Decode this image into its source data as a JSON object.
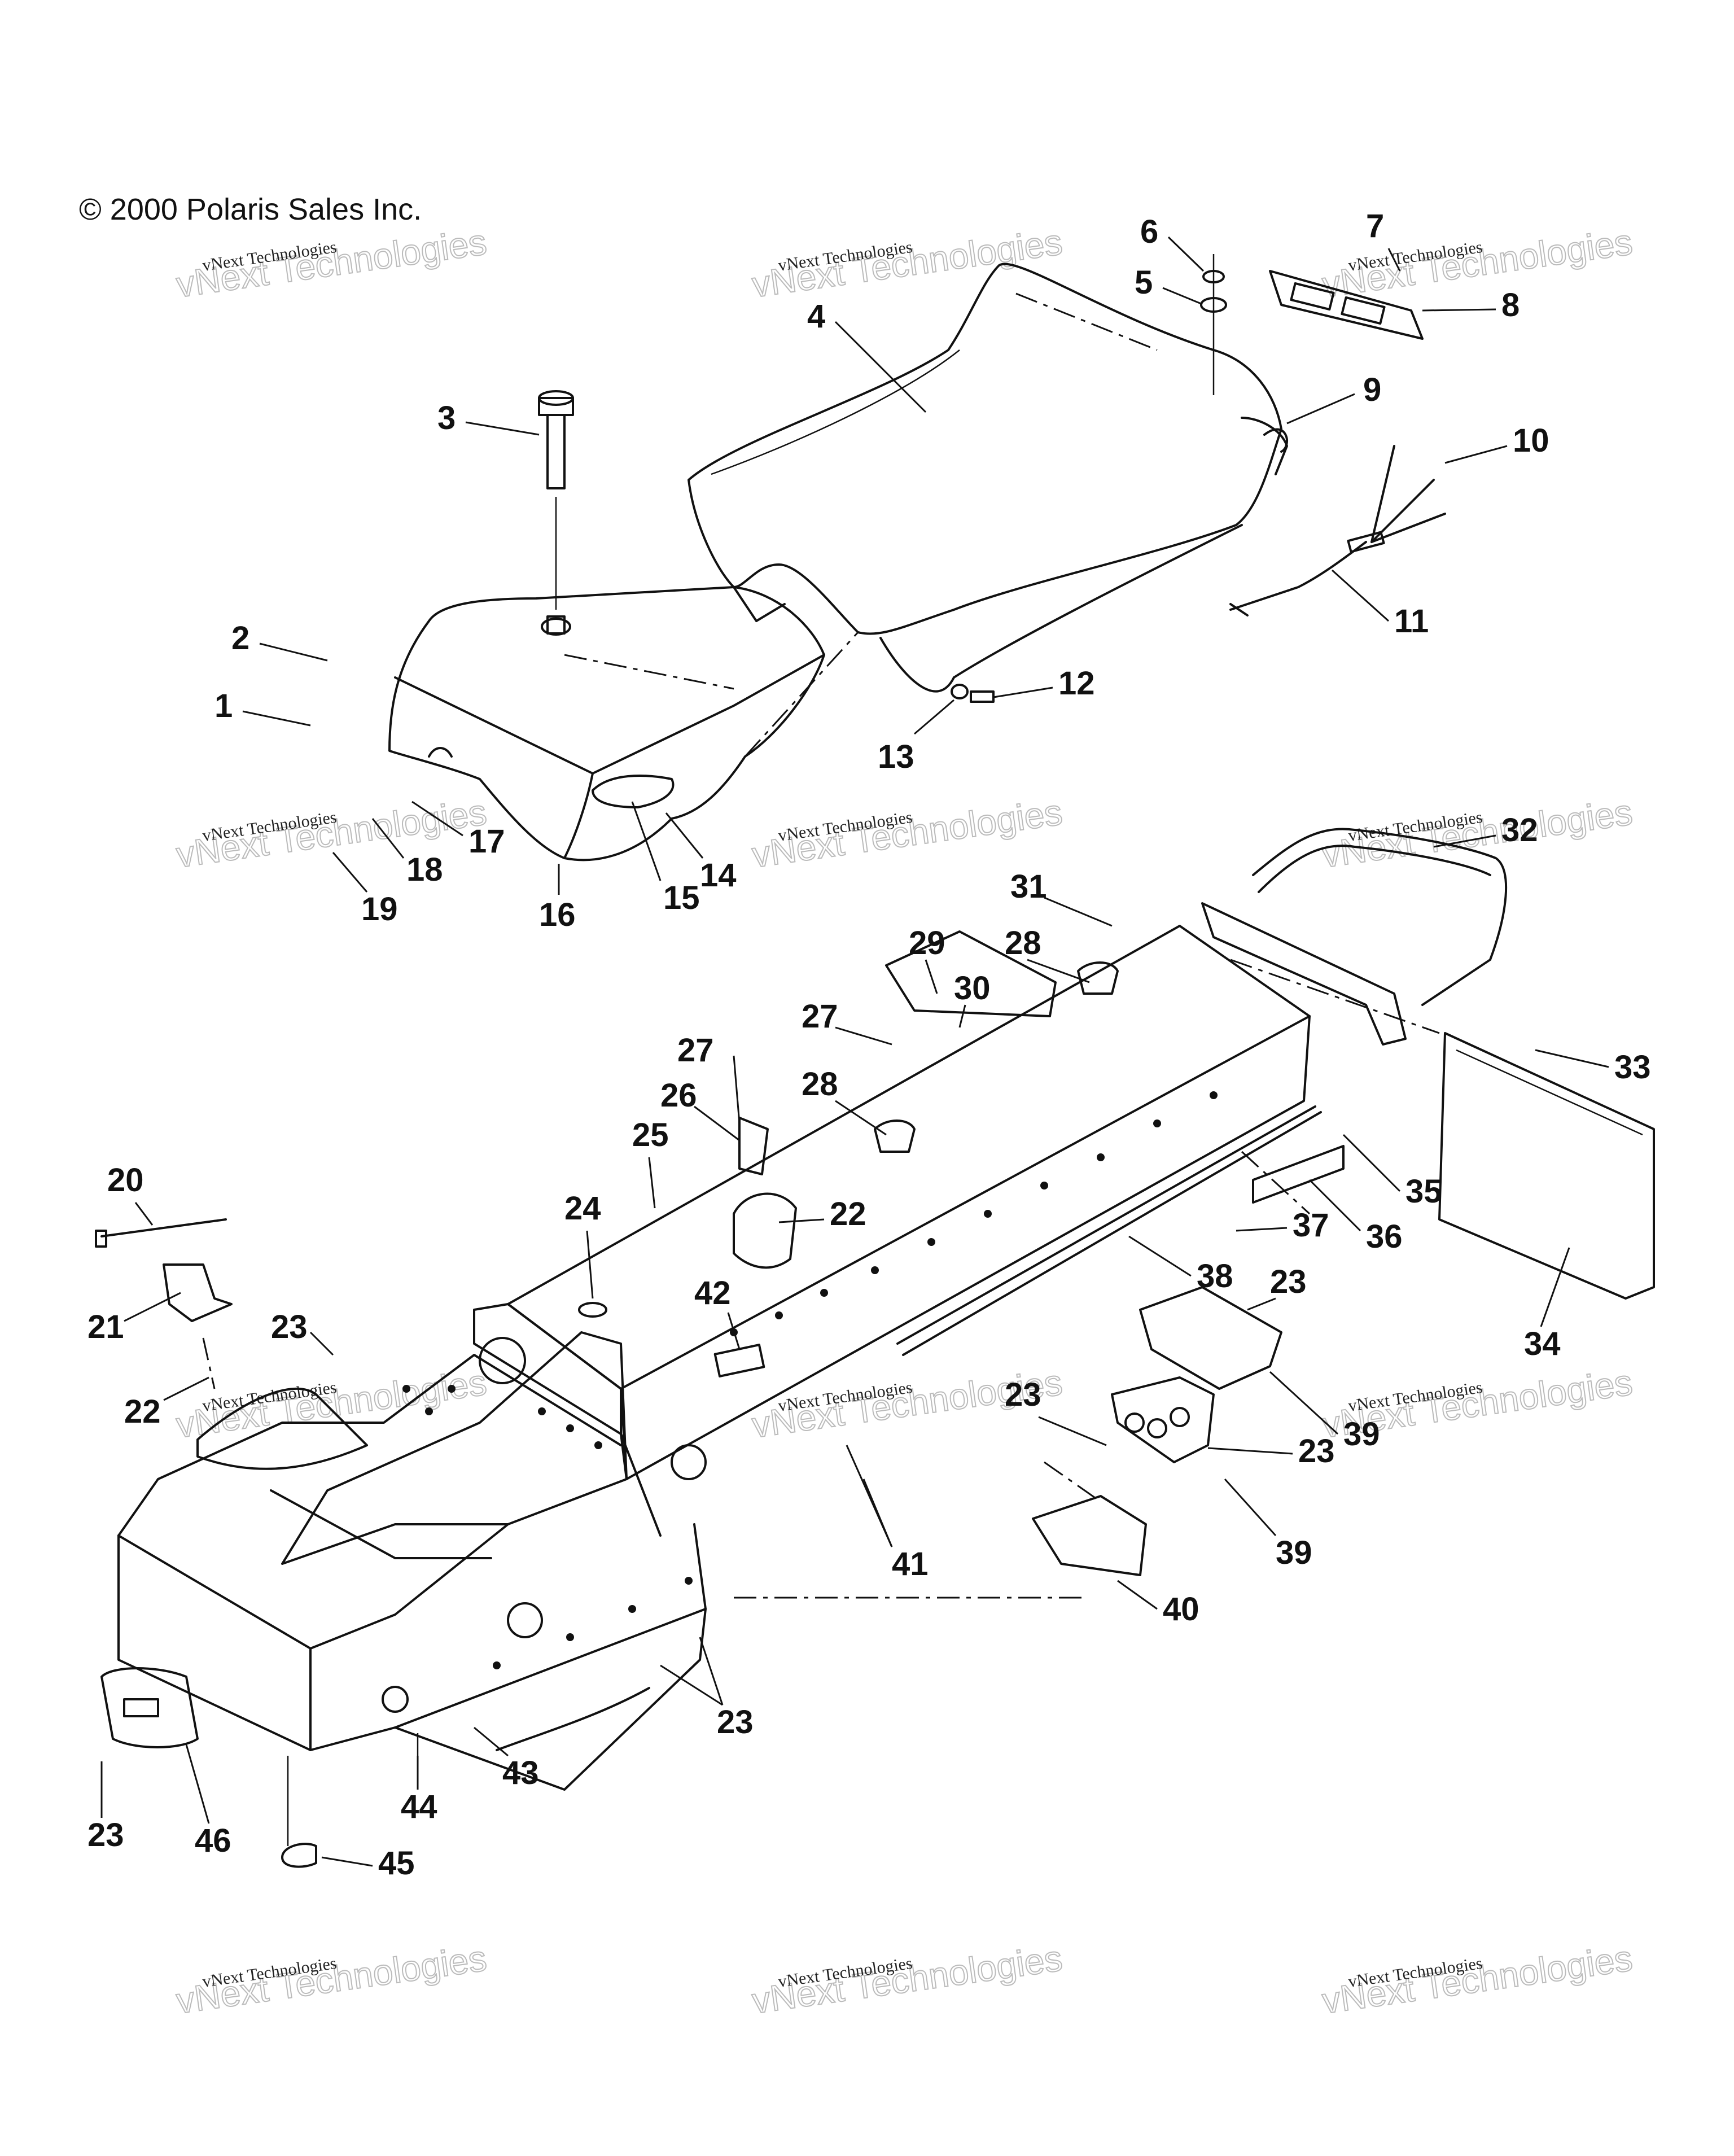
{
  "copyright": "© 2000 Polaris Sales Inc.",
  "watermark": {
    "line1": "vNext Technologies",
    "line2": "vNext Technologies"
  },
  "callouts": [
    "1",
    "2",
    "3",
    "4",
    "5",
    "6",
    "7",
    "8",
    "9",
    "10",
    "11",
    "12",
    "13",
    "14",
    "15",
    "16",
    "17",
    "18",
    "19",
    "20",
    "21",
    "22",
    "23",
    "24",
    "25",
    "26",
    "27",
    "28",
    "29",
    "30",
    "31",
    "32",
    "33",
    "34",
    "35",
    "36",
    "37",
    "38",
    "39",
    "40",
    "41",
    "42",
    "43",
    "44",
    "45",
    "46"
  ]
}
